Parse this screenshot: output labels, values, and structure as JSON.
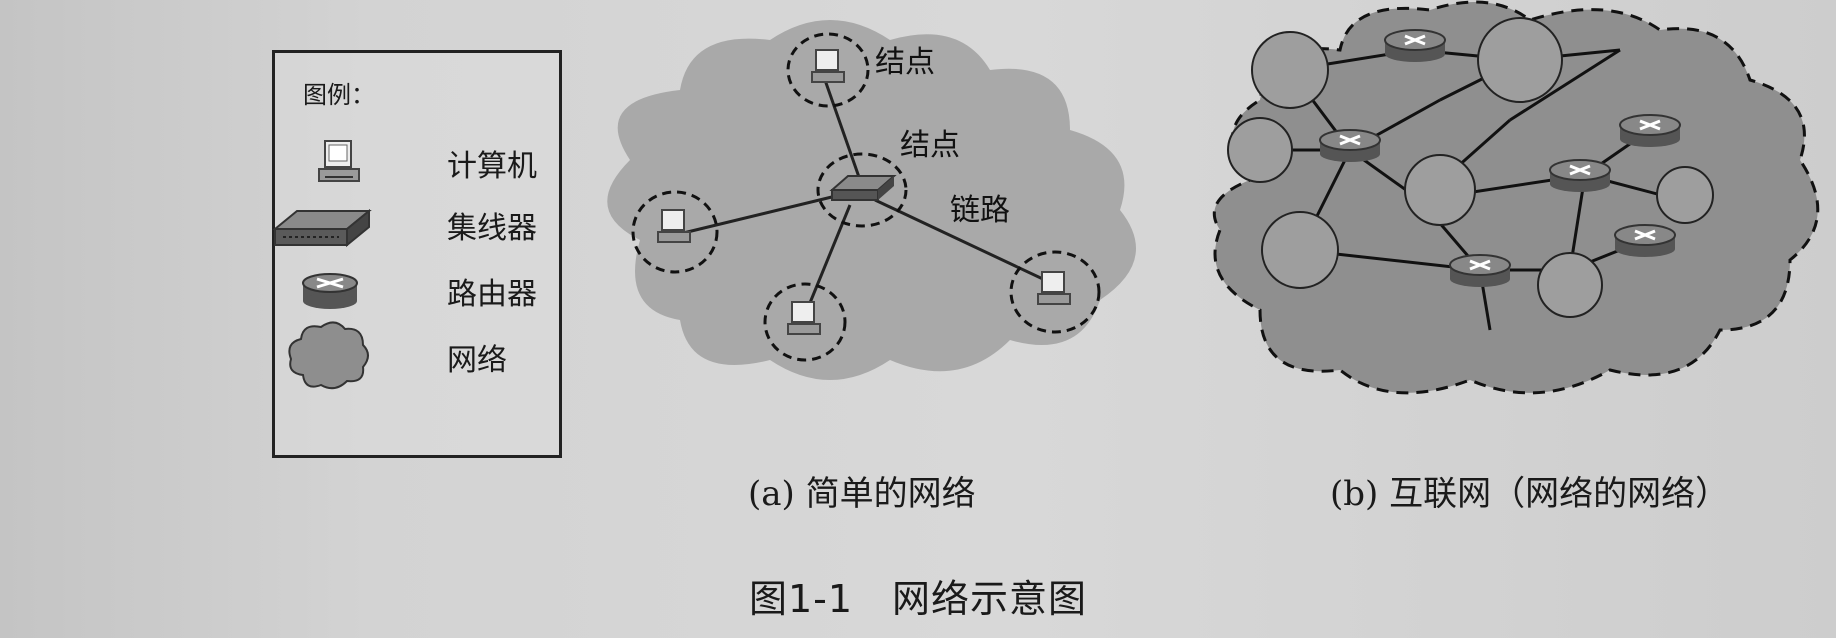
{
  "legend": {
    "title": "图例：",
    "items": [
      {
        "label": "计算机",
        "icon": "computer-icon"
      },
      {
        "label": "集线器",
        "icon": "hub-icon"
      },
      {
        "label": "路由器",
        "icon": "router-icon"
      },
      {
        "label": "网络",
        "icon": "network-cloud-icon"
      }
    ]
  },
  "diagram_a": {
    "label_node_top": "结点",
    "label_node_center": "结点",
    "label_link": "链路",
    "caption": "(a) 简单的网络"
  },
  "diagram_b": {
    "caption": "(b) 互联网（网络的网络）"
  },
  "figure_title": "图1-1　网络示意图"
}
